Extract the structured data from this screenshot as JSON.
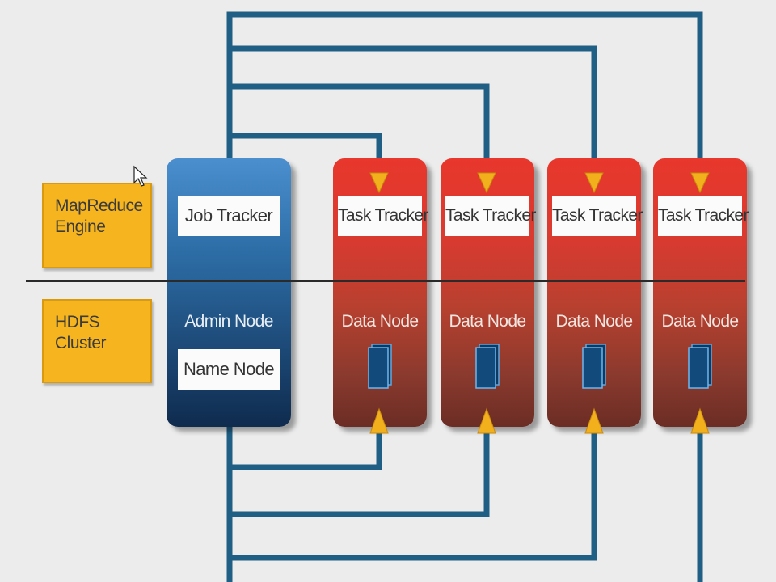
{
  "labels": {
    "mapreduce": {
      "line1": "MapReduce",
      "line2": "Engine"
    },
    "hdfs": {
      "line1": "HDFS",
      "line2": "Cluster"
    }
  },
  "admin_node": {
    "job_tracker": "Job Tracker",
    "title": "Admin Node",
    "name_node": "Name Node"
  },
  "workers": [
    {
      "task_tracker": "Task Tracker",
      "data_node": "Data Node"
    },
    {
      "task_tracker": "Task Tracker",
      "data_node": "Data Node"
    },
    {
      "task_tracker": "Task Tracker",
      "data_node": "Data Node"
    },
    {
      "task_tracker": "Task Tracker",
      "data_node": "Data Node"
    }
  ],
  "colors": {
    "label_fill": "#f6b51e",
    "admin_node": "#2d6da6",
    "worker_node": "#d93a30",
    "connector": "#1f5f85",
    "arrow": "#f2b01c"
  }
}
